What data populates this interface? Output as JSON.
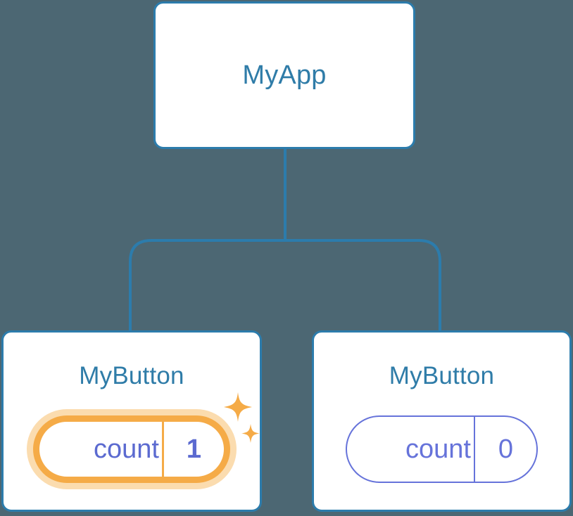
{
  "diagram": {
    "type": "component-tree",
    "background_color": "#4c6773",
    "edge_color": "#2c7cac",
    "card_border_color": "#2c7cac",
    "title_color": "#2f7ca8",
    "pill_color": "#6673da",
    "highlight_color": "#f5ab47",
    "highlight_glow_color": "#fbdcaf"
  },
  "root": {
    "title": "MyApp"
  },
  "children": [
    {
      "title": "MyButton",
      "state": {
        "label": "count",
        "value": "1"
      },
      "highlighted": true,
      "sparkle_large": "sparkle-icon",
      "sparkle_small": "sparkle-icon"
    },
    {
      "title": "MyButton",
      "state": {
        "label": "count",
        "value": "0"
      },
      "highlighted": false
    }
  ]
}
